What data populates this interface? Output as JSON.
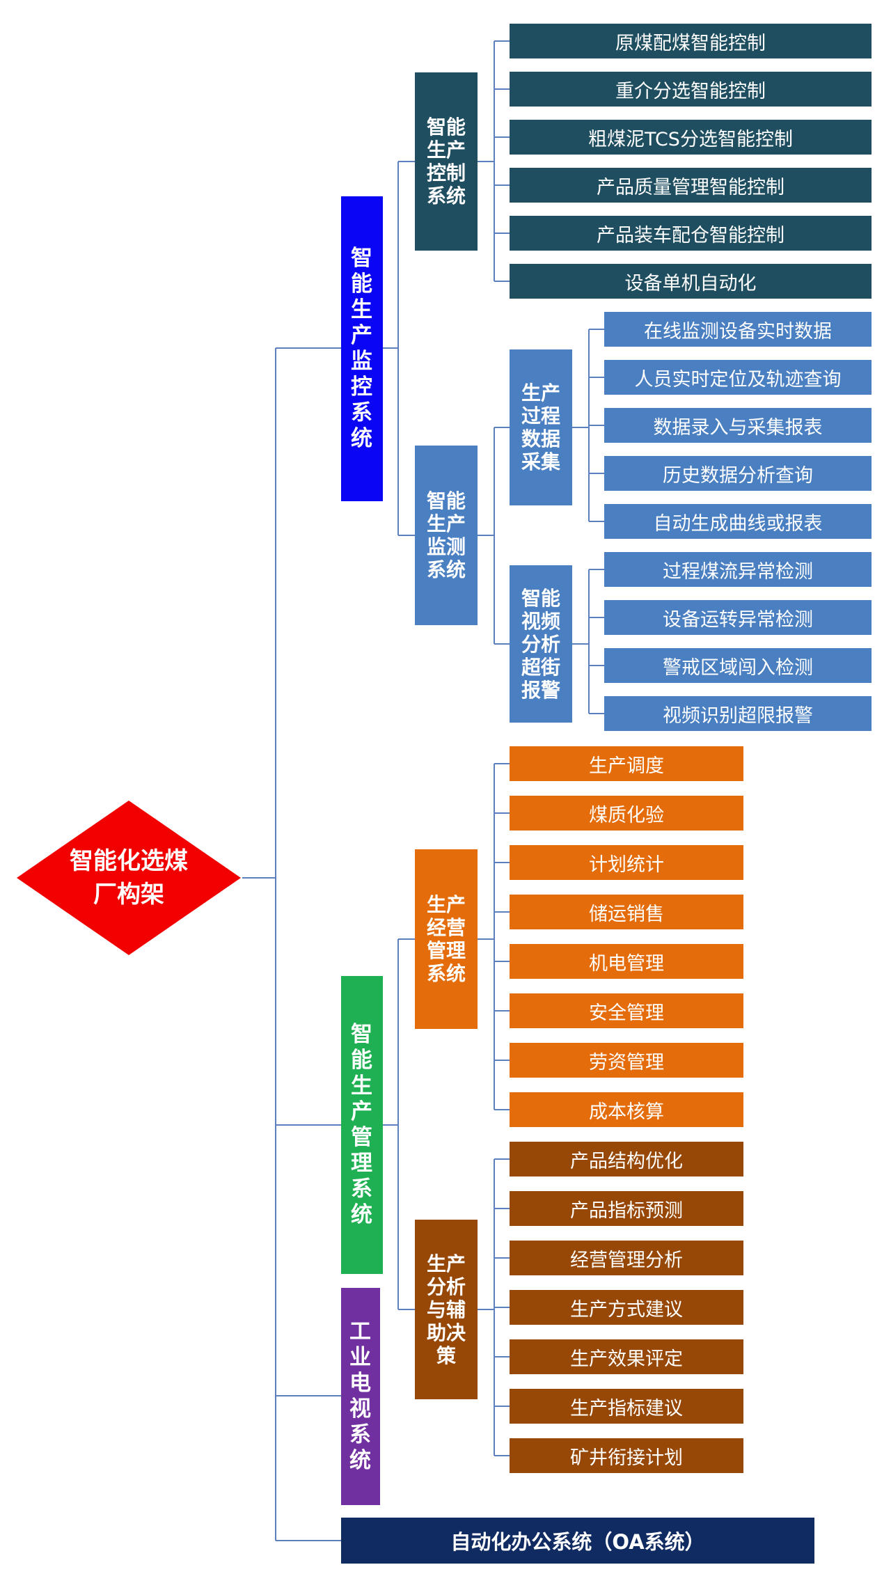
{
  "colors": {
    "root": "#f20000",
    "monitor_sys": "#0a05f5",
    "control": "#1e4e5f",
    "measure": "#4a7fc1",
    "manage_sys": "#1fb053",
    "operation": "#e46c0a",
    "decision": "#974806",
    "tv_sys": "#7030a0",
    "oa_sys": "#0f2b61",
    "line": "#5b7fbf"
  },
  "root": {
    "label": "智能化选煤厂构架"
  },
  "level1": {
    "monitor": {
      "label": "智能生产监控系统"
    },
    "manage": {
      "label": "智能生产管理系统"
    },
    "tv": {
      "label": "工业电视系统"
    },
    "oa": {
      "label": "自动化办公系统（OA系统）"
    }
  },
  "level2": {
    "control": {
      "label": "智能生产控制系统"
    },
    "measure": {
      "label": "智能生产监测系统"
    },
    "operation": {
      "label": "生产经营管理系统"
    },
    "decision": {
      "label": "生产分析与辅助决策"
    }
  },
  "level3": {
    "process_data": {
      "label": "生产过程数据采集"
    },
    "video_alarm": {
      "label": "智能视频分析超街报警"
    }
  },
  "leaves": {
    "control": [
      "原煤配煤智能控制",
      "重介分选智能控制",
      "粗煤泥TCS分选智能控制",
      "产品质量管理智能控制",
      "产品装车配仓智能控制",
      "设备单机自动化"
    ],
    "process_data": [
      "在线监测设备实时数据",
      "人员实时定位及轨迹查询",
      "数据录入与采集报表",
      "历史数据分析查询",
      "自动生成曲线或报表"
    ],
    "video_alarm": [
      "过程煤流异常检测",
      "设备运转异常检测",
      "警戒区域闯入检测",
      "视频识别超限报警"
    ],
    "operation": [
      "生产调度",
      "煤质化验",
      "计划统计",
      "储运销售",
      "机电管理",
      "安全管理",
      "劳资管理",
      "成本核算"
    ],
    "decision": [
      "产品结构优化",
      "产品指标预测",
      "经营管理分析",
      "生产方式建议",
      "生产效果评定",
      "生产指标建议",
      "矿井衔接计划"
    ]
  }
}
